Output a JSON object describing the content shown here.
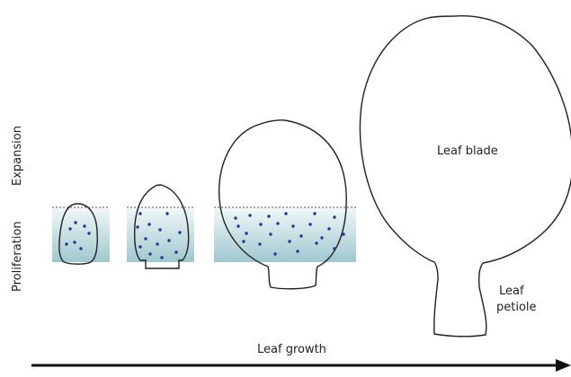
{
  "labels": {
    "expansion": "Expansion",
    "proliferation": "Proliferation",
    "leaf_blade": "Leaf blade",
    "leaf_petiole_line1": "Leaf",
    "leaf_petiole_line2": "petiole",
    "leaf_growth": "Leaf growth"
  },
  "stages": [
    {
      "name": "stage-1",
      "dot_count": 7
    },
    {
      "name": "stage-2",
      "dot_count": 13
    },
    {
      "name": "stage-3",
      "dot_count": 24
    },
    {
      "name": "stage-4",
      "dot_count": 0
    }
  ],
  "colors": {
    "outline": "#231f20",
    "proliferation_zone_top": "#f2f8f9",
    "proliferation_zone_bottom": "#9fc8cf",
    "cell_dot": "#2e3192",
    "arrow": "#111111"
  }
}
